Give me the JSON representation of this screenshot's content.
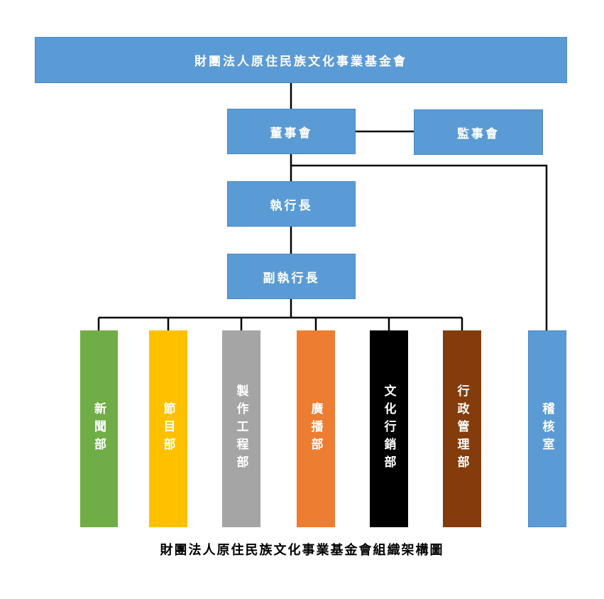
{
  "nodes": {
    "foundation": {
      "label": "財團法人原住民族文化事業基金會",
      "color": "#5b9bd5"
    },
    "board_directors": {
      "label": "董事會",
      "color": "#5b9bd5"
    },
    "board_supervisors": {
      "label": "監事會",
      "color": "#5b9bd5"
    },
    "ceo": {
      "label": "執行長",
      "color": "#5b9bd5"
    },
    "deputy_ceo": {
      "label": "副執行長",
      "color": "#5b9bd5"
    },
    "audit": {
      "label": "稽核室",
      "color": "#5b9bd5"
    }
  },
  "departments": [
    {
      "label": "新聞部",
      "color": "#70ad47"
    },
    {
      "label": "節目部",
      "color": "#ffc000"
    },
    {
      "label": "製作工程部",
      "color": "#a5a5a5"
    },
    {
      "label": "廣播部",
      "color": "#ed7d31"
    },
    {
      "label": "文化行銷部",
      "color": "#000000"
    },
    {
      "label": "行政管理部",
      "color": "#843c0c"
    }
  ],
  "caption": "財團法人原住民族文化事業基金會組織架構圖"
}
